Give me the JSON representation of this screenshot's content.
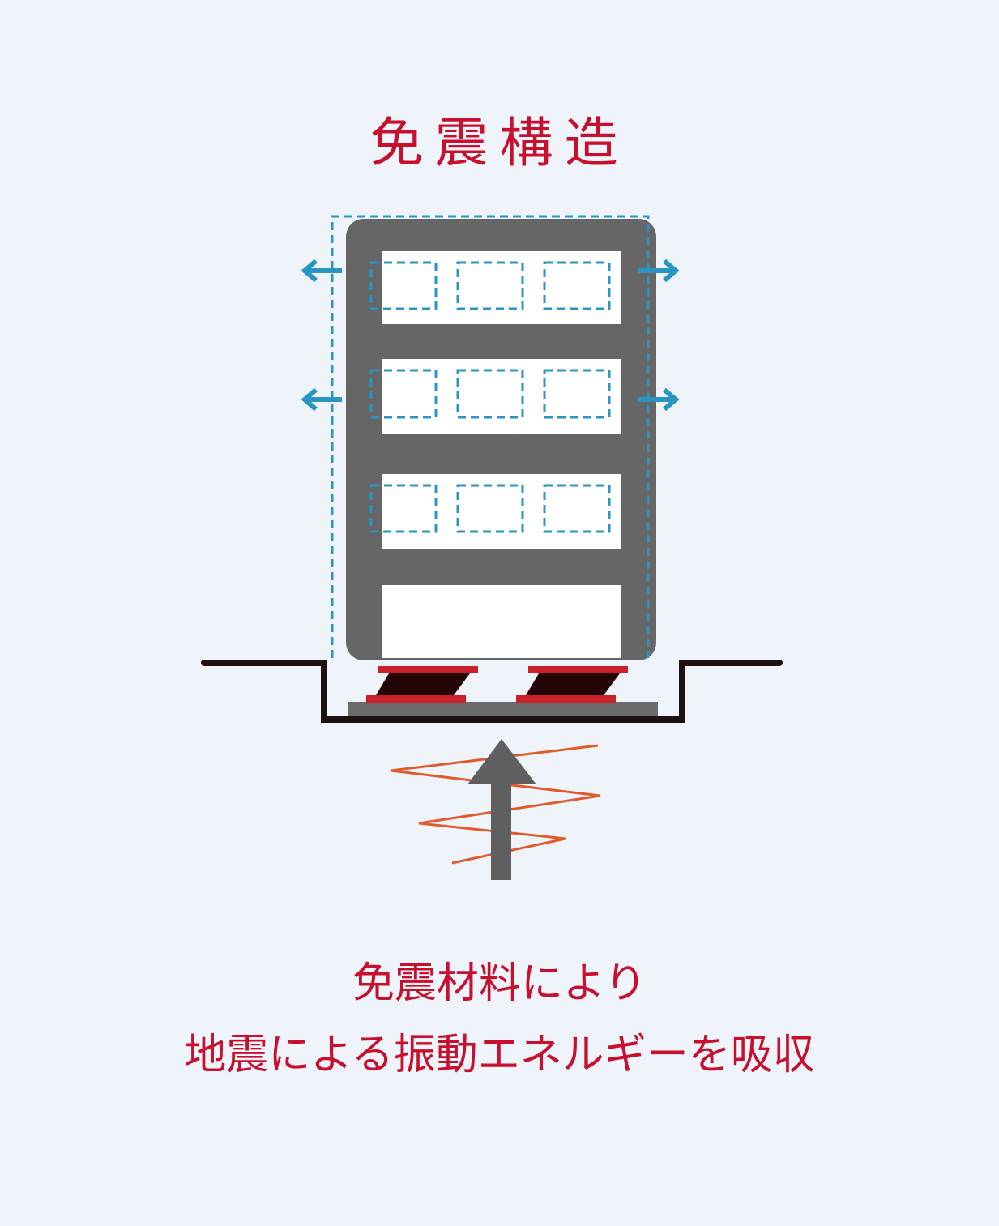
{
  "title": "免震構造",
  "caption": {
    "line1": "免震材料により",
    "line2": "地震による振動エネルギーを吸収"
  },
  "colors": {
    "background": "#eff4fb",
    "title_text": "#c8102e",
    "building": "#666666",
    "window_fill": "#ffffff",
    "sway_outline": "#2a94c4",
    "isolator_plate": "#c9202a",
    "isolator_rubber": "#230407",
    "ground_line": "#1c1212",
    "foundation": "#6b6b6b",
    "seismic_wave": "#e05a2b",
    "force_arrow": "#5f5f5f"
  },
  "diagram": {
    "building": {
      "floors": 4,
      "windows_per_floor": 3,
      "floors_with_windows": 3
    },
    "sway_arrows": [
      {
        "side": "left",
        "row": 1
      },
      {
        "side": "right",
        "row": 1
      },
      {
        "side": "left",
        "row": 2
      },
      {
        "side": "right",
        "row": 2
      }
    ],
    "isolators": 2
  }
}
